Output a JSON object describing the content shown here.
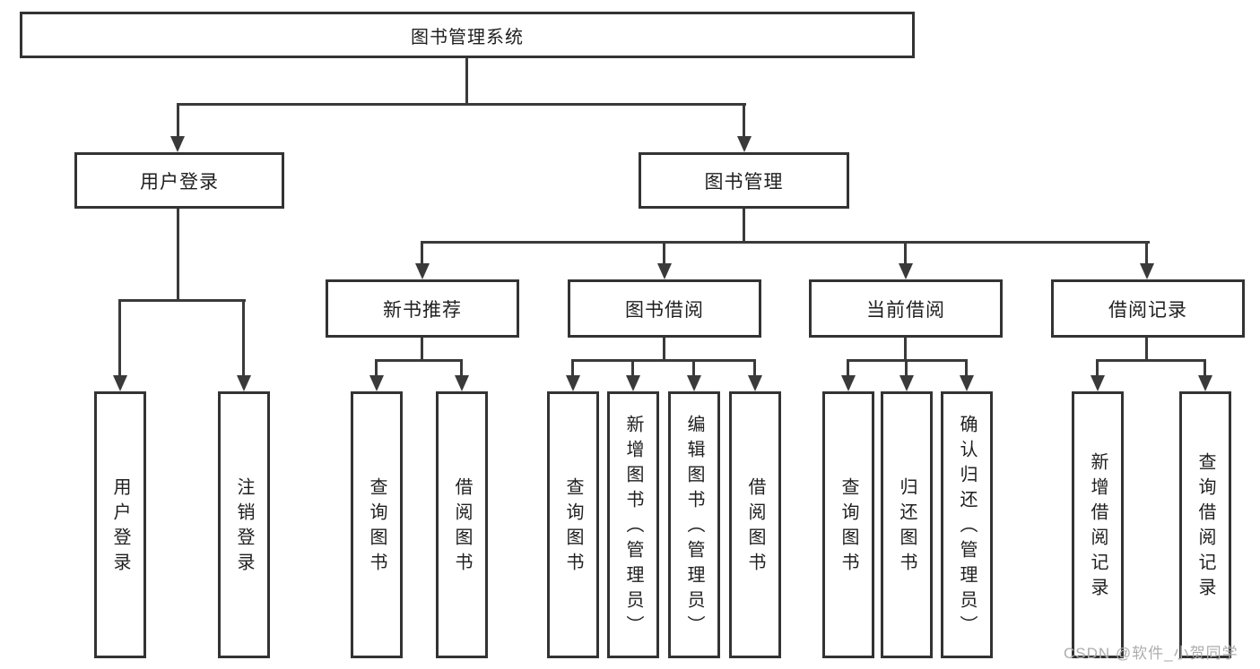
{
  "diagram": {
    "type": "hierarchy-tree",
    "title": "图书管理系统",
    "watermark": "CSDN @软件_小贺同学",
    "colors": {
      "background": "#ffffff",
      "box_border": "#333333",
      "box_fill": "#ffffff",
      "connector_line": "#3a3a3a",
      "text": "#1f1f1f",
      "watermark_text": "#adadad"
    },
    "hierarchy": {
      "图书管理系统": {
        "用户登录": [
          "用户登录",
          "注销登录"
        ],
        "图书管理": {
          "新书推荐": [
            "查询图书",
            "借阅图书"
          ],
          "图书借阅": [
            "查询图书",
            "新增图书（管理员）",
            "编辑图书（管理员）",
            "借阅图书"
          ],
          "当前借阅": [
            "查询图书",
            "归还图书",
            "确认归还（管理员）"
          ],
          "借阅记录": [
            "新增借阅记录",
            "查询借阅记录"
          ]
        }
      }
    }
  },
  "nodes": {
    "root": {
      "label": "图书管理系统"
    },
    "user_login": {
      "label": "用户登录"
    },
    "book_mgmt": {
      "label": "图书管理"
    },
    "new_book_rec": {
      "label": "新书推荐"
    },
    "book_borrow": {
      "label": "图书借阅"
    },
    "current_borrow": {
      "label": "当前借阅"
    },
    "borrow_record": {
      "label": "借阅记录"
    },
    "ul_login": {
      "label": "用户登录"
    },
    "ul_logout": {
      "label": "注销登录"
    },
    "nb_query": {
      "label": "查询图书"
    },
    "nb_borrow": {
      "label": "借阅图书"
    },
    "bb_query": {
      "label": "查询图书"
    },
    "bb_add": {
      "label": "新增图书（管理员）"
    },
    "bb_edit": {
      "label": "编辑图书（管理员）"
    },
    "bb_borrow": {
      "label": "借阅图书"
    },
    "cb_query": {
      "label": "查询图书"
    },
    "cb_return": {
      "label": "归还图书"
    },
    "cb_confirm": {
      "label": "确认归还（管理员）"
    },
    "br_add": {
      "label": "新增借阅记录"
    },
    "br_query": {
      "label": "查询借阅记录"
    }
  }
}
